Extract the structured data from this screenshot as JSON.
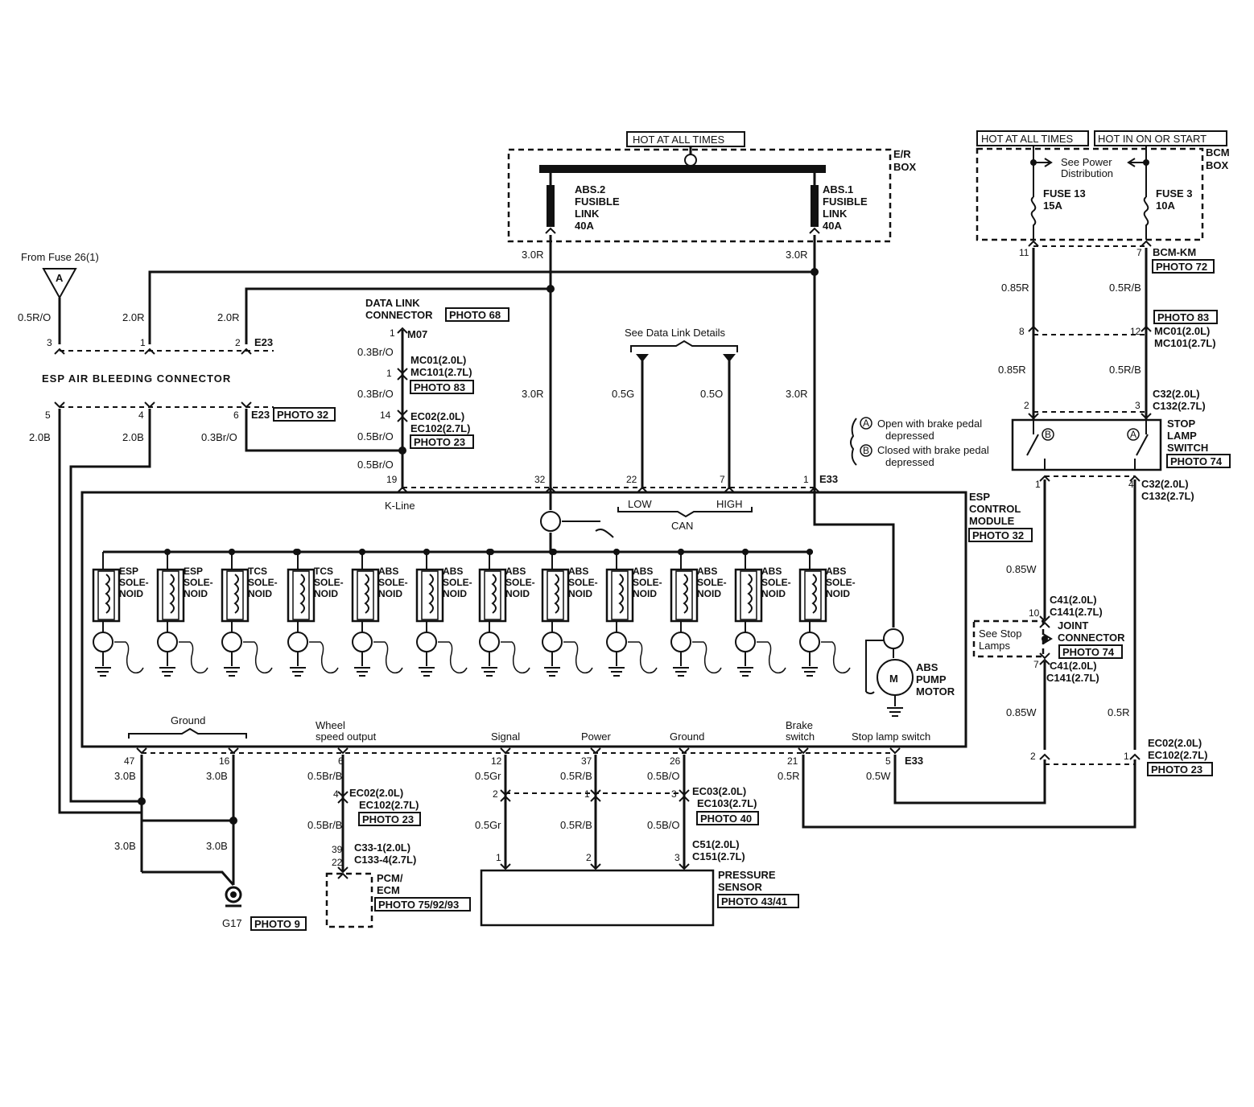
{
  "power": {
    "hot_at_all_times": "HOT AT ALL TIMES",
    "hot_at_all_times_2": "HOT AT ALL TIMES",
    "hot_in_on_or_start": "HOT IN ON OR START",
    "er_box": [
      "E/R",
      "BOX"
    ],
    "bcm_box": [
      "BCM",
      "BOX"
    ],
    "abs2_link": [
      "ABS.2",
      "FUSIBLE",
      "LINK",
      "40A"
    ],
    "abs1_link": [
      "ABS.1",
      "FUSIBLE",
      "LINK",
      "40A"
    ],
    "see_power": [
      "See Power",
      "Distribution"
    ],
    "fuse13": [
      "FUSE 13",
      "15A"
    ],
    "fuse3": [
      "FUSE 3",
      "10A"
    ],
    "bcm_km": "BCM-KM",
    "photo72": "PHOTO 72"
  },
  "left": {
    "from_fuse": "From Fuse 26(1)",
    "a_label": "A",
    "air_bleed": "ESP AIR BLEEDING CONNECTOR",
    "w_05ro": "0.5R/O",
    "w_20r_1": "2.0R",
    "w_20r_2": "2.0R",
    "p3": "3",
    "p1": "1",
    "p2": "2",
    "e23": "E23",
    "p5": "5",
    "p4": "4",
    "p6": "6",
    "e23b": "E23",
    "photo32": "PHOTO 32",
    "w_20b_1": "2.0B",
    "w_20b_2": "2.0B",
    "w_03bro": "0.3Br/O"
  },
  "dlc": {
    "title": [
      "DATA LINK",
      "CONNECTOR"
    ],
    "photo68": "PHOTO 68",
    "p1": "1",
    "m07": "M07",
    "w1": "0.3Br/O",
    "c1": [
      "MC01(2.0L)",
      "MC101(2.7L)"
    ],
    "p1b": "1",
    "photo83": "PHOTO 83",
    "w2": "0.3Br/O",
    "p14": "14",
    "c2": [
      "EC02(2.0L)",
      "EC102(2.7L)"
    ],
    "w3": "0.5Br/O",
    "photo23": "PHOTO 23",
    "w4": "0.5Br/O"
  },
  "center": {
    "w30r_1": "3.0R",
    "w30r_2": "3.0R",
    "w30r_3": "3.0R",
    "w30r_4": "3.0R",
    "data_link_details": "See Data Link Details",
    "w05g": "0.5G",
    "w05o": "0.5O"
  },
  "module": {
    "pins": [
      "19",
      "32",
      "22",
      "7",
      "1"
    ],
    "e33": "E33",
    "kline": "K-Line",
    "low": "LOW",
    "high": "HIGH",
    "can": "CAN",
    "title": [
      "ESP",
      "CONTROL",
      "MODULE"
    ],
    "photo32": "PHOTO 32",
    "solenoids": [
      [
        "ESP",
        "SOLE-",
        "NOID"
      ],
      [
        "ESP",
        "SOLE-",
        "NOID"
      ],
      [
        "TCS",
        "SOLE-",
        "NOID"
      ],
      [
        "TCS",
        "SOLE-",
        "NOID"
      ],
      [
        "ABS",
        "SOLE-",
        "NOID"
      ],
      [
        "ABS",
        "SOLE-",
        "NOID"
      ],
      [
        "ABS",
        "SOLE-",
        "NOID"
      ],
      [
        "ABS",
        "SOLE-",
        "NOID"
      ],
      [
        "ABS",
        "SOLE-",
        "NOID"
      ],
      [
        "ABS",
        "SOLE-",
        "NOID"
      ],
      [
        "ABS",
        "SOLE-",
        "NOID"
      ],
      [
        "ABS",
        "SOLE-",
        "NOID"
      ]
    ],
    "pump": [
      "ABS",
      "PUMP",
      "MOTOR"
    ],
    "motor_m": "M",
    "ground": "Ground",
    "wheel": [
      "Wheel",
      "speed output"
    ],
    "signal": "Signal",
    "power": "Power",
    "ground2": "Ground",
    "brake": [
      "Brake",
      "switch"
    ],
    "stop": "Stop lamp switch",
    "bottom_pins": [
      "47",
      "16",
      "6",
      "12",
      "37",
      "26",
      "21",
      "5"
    ],
    "e33b": "E33"
  },
  "bottom": {
    "w30b_1": "3.0B",
    "w30b_2": "3.0B",
    "w30b_3": "3.0B",
    "w30b_4": "3.0B",
    "g17": "G17",
    "photo9": "PHOTO 9",
    "w05brb_1": "0.5Br/B",
    "p4": "4",
    "ec02": [
      "EC02(2.0L)",
      "EC102(2.7L)"
    ],
    "photo23": "PHOTO 23",
    "w05brb_2": "0.5Br/B",
    "p39": "39",
    "p22": "22",
    "c33": [
      "C33-1(2.0L)",
      "C133-4(2.7L)"
    ],
    "pcm": [
      "PCM/",
      "ECM"
    ],
    "photo75": "PHOTO 75/92/93",
    "w05gr_1": "0.5Gr",
    "w05rb_1": "0.5R/B",
    "w05bo_1": "0.5B/O",
    "p2": "2",
    "p1": "1",
    "p3": "3",
    "ec03": [
      "EC03(2.0L)",
      "EC103(2.7L)"
    ],
    "photo40": "PHOTO 40",
    "w05gr_2": "0.5Gr",
    "w05rb_2": "0.5R/B",
    "w05bo_2": "0.5B/O",
    "ps1": "1",
    "ps2": "2",
    "ps3": "3",
    "c51": [
      "C51(2.0L)",
      "C151(2.7L)"
    ],
    "pressure": [
      "PRESSURE",
      "SENSOR"
    ],
    "photo43": "PHOTO 43/41",
    "w05r": "0.5R",
    "w05w": "0.5W"
  },
  "right": {
    "p11": "11",
    "p7": "7",
    "w085r_1": "0.85R",
    "w05rb_1": "0.5R/B",
    "photo83": "PHOTO 83",
    "p8": "8",
    "p12": "12",
    "mc01": [
      "MC01(2.0L)",
      "MC101(2.7L)"
    ],
    "w085r_2": "0.85R",
    "w05rb_2": "0.5R/B",
    "p2": "2",
    "p3": "3",
    "c32": [
      "C32(2.0L)",
      "C132(2.7L)"
    ],
    "note_a": [
      "Open with brake pedal",
      "depressed"
    ],
    "note_b": [
      "Closed with brake pedal",
      "depressed"
    ],
    "sw_a": "A",
    "sw_b": "B",
    "stop_switch": [
      "STOP",
      "LAMP",
      "SWITCH"
    ],
    "photo74": "PHOTO 74",
    "p1": "1",
    "p4": "4",
    "c32b": [
      "C32(2.0L)",
      "C132(2.7L)"
    ],
    "w085w_1": "0.85W",
    "p10": "10",
    "c41": [
      "C41(2.0L)",
      "C141(2.7L)"
    ],
    "see_stop": [
      "See Stop",
      "Lamps"
    ],
    "joint": [
      "JOINT",
      "CONNECTOR"
    ],
    "photo74b": "PHOTO 74",
    "p7b": "7",
    "c41b": [
      "C41(2.0L)",
      "C141(2.7L)"
    ],
    "w085w_2": "0.85W",
    "w05r": "0.5R",
    "p2b": "2",
    "p1b": "1",
    "ec02": [
      "EC02(2.0L)",
      "EC102(2.7L)"
    ],
    "photo23": "PHOTO 23"
  }
}
